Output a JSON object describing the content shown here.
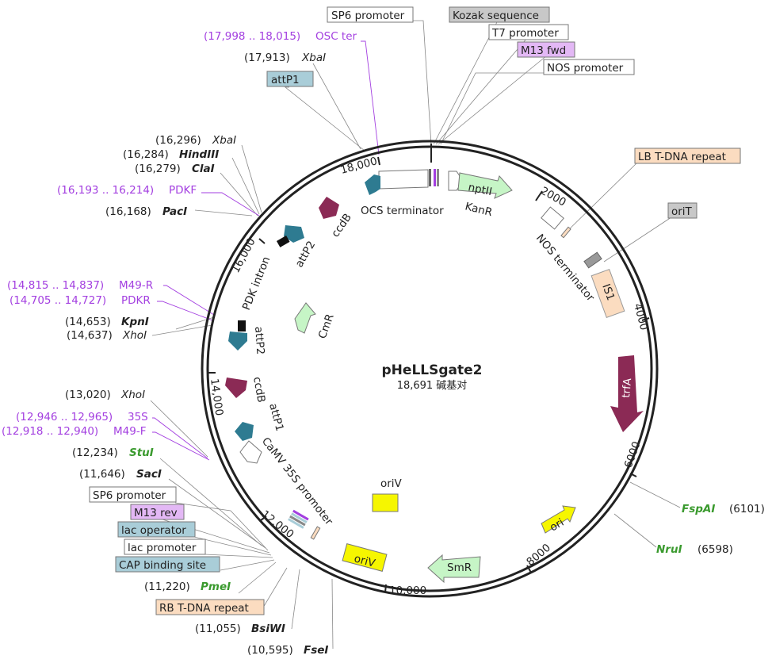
{
  "map": {
    "name": "pHeLLSgate2",
    "size": "18,691 碱基对"
  },
  "ticks": [
    "2000",
    "4000",
    "6000",
    "8000",
    "10,000",
    "12,000",
    "14,000",
    "16,000",
    "18,000"
  ],
  "inner_labels": {
    "ocs_terminator": "OCS terminator",
    "kanr": "KanR",
    "nptii": "nptII",
    "nos_terminator": "NOS terminator",
    "is1": "IS1",
    "trfa": "trfA",
    "ori": "ori",
    "smr": "SmR",
    "oriv1": "oriV",
    "oriv2": "oriV",
    "camv35s": "CaMV 35S promoter",
    "attp1": "attP1",
    "ccdb_low": "ccdB",
    "attp2_low": "attP2",
    "cmr": "CmR",
    "pdk_intron": "PDK intron",
    "attp2_high": "attP2",
    "ccdb_high": "ccdB"
  },
  "site_labels": {
    "sp6_top": "SP6 promoter",
    "kozak": "Kozak sequence",
    "t7": "T7 promoter",
    "m13fwd": "M13 fwd",
    "nos_promoter": "NOS promoter",
    "osc_ter_pos": "(17,998 .. 18,015)",
    "osc_ter": "OSC ter",
    "xbai_1_pos": "(17,913)",
    "xbai_1": "XbaI",
    "attp1_top": "attP1",
    "xbai_2_pos": "(16,296)",
    "xbai_2": "XbaI",
    "hindiii_pos": "(16,284)",
    "hindiii": "HindIII",
    "clai_pos": "(16,279)",
    "clai": "ClaI",
    "pdkf_pos": "(16,193 .. 16,214)",
    "pdkf": "PDKF",
    "paci_pos": "(16,168)",
    "paci": "PacI",
    "m49r_pos": "(14,815 .. 14,837)",
    "m49r": "M49-R",
    "pdkr_pos": "(14,705 .. 14,727)",
    "pdkr": "PDKR",
    "kpni_pos": "(14,653)",
    "kpni": "KpnI",
    "xhoi_1_pos": "(14,637)",
    "xhoi_1": "XhoI",
    "xhoi_2_pos": "(13,020)",
    "xhoi_2": "XhoI",
    "p35s_pos": "(12,946 .. 12,965)",
    "p35s": "35S",
    "m49f_pos": "(12,918 .. 12,940)",
    "m49f": "M49-F",
    "stui_pos": "(12,234)",
    "stui": "StuI",
    "saci_pos": "(11,646)",
    "saci": "SacI",
    "sp6_bottom": "SP6 promoter",
    "m13rev": "M13 rev",
    "lac_operator": "lac operator",
    "lac_promoter": "lac promoter",
    "cap": "CAP binding site",
    "pmei_pos": "(11,220)",
    "pmei": "PmeI",
    "rb_tdna": "RB T-DNA repeat",
    "bsiwi_pos": "(11,055)",
    "bsiwi": "BsiWI",
    "fsei_pos": "(10,595)",
    "fsei": "FseI",
    "lb_tdna": "LB T-DNA repeat",
    "orit": "oriT",
    "fspai": "FspAI",
    "fspai_pos": "(6101)",
    "nrui": "NruI",
    "nrui_pos": "(6598)"
  },
  "colors": {
    "backbone": "#222222",
    "purple_feature": "#a33fe0",
    "green_enzyme": "#3a9a2e",
    "gray_box": "#c8c8c8",
    "teal_box": "#a9cdd8",
    "violet_box": "#e3b8f5",
    "peach_box": "#fbdcc0",
    "white_box": "#ffffff",
    "att_site": "#2e7b91",
    "ccdb": "#8b2a55",
    "resistance": "#c6f5c6",
    "ori_yellow": "#f6f600",
    "trfa": "#8b2a55",
    "is1": "#fbdcc0"
  }
}
